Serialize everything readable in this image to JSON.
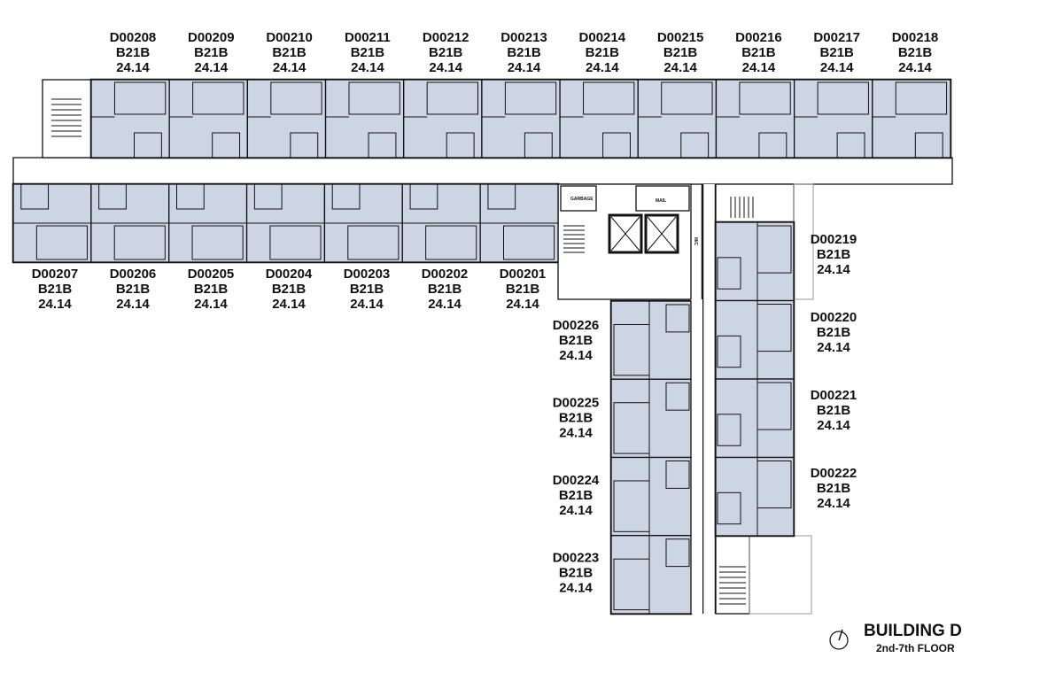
{
  "building": {
    "title": "BUILDING D",
    "subtitle": "2nd-7th FLOOR"
  },
  "service_labels": {
    "garbage": "GARBAGE",
    "mail": "MAIL",
    "mc": "M/C"
  },
  "units_top": [
    {
      "id": "D00208",
      "type": "B21B",
      "area": "24.14"
    },
    {
      "id": "D00209",
      "type": "B21B",
      "area": "24.14"
    },
    {
      "id": "D00210",
      "type": "B21B",
      "area": "24.14"
    },
    {
      "id": "D00211",
      "type": "B21B",
      "area": "24.14"
    },
    {
      "id": "D00212",
      "type": "B21B",
      "area": "24.14"
    },
    {
      "id": "D00213",
      "type": "B21B",
      "area": "24.14"
    },
    {
      "id": "D00214",
      "type": "B21B",
      "area": "24.14"
    },
    {
      "id": "D00215",
      "type": "B21B",
      "area": "24.14"
    },
    {
      "id": "D00216",
      "type": "B21B",
      "area": "24.14"
    },
    {
      "id": "D00217",
      "type": "B21B",
      "area": "24.14"
    },
    {
      "id": "D00218",
      "type": "B21B",
      "area": "24.14"
    }
  ],
  "units_bottom": [
    {
      "id": "D00207",
      "type": "B21B",
      "area": "24.14"
    },
    {
      "id": "D00206",
      "type": "B21B",
      "area": "24.14"
    },
    {
      "id": "D00205",
      "type": "B21B",
      "area": "24.14"
    },
    {
      "id": "D00204",
      "type": "B21B",
      "area": "24.14"
    },
    {
      "id": "D00203",
      "type": "B21B",
      "area": "24.14"
    },
    {
      "id": "D00202",
      "type": "B21B",
      "area": "24.14"
    },
    {
      "id": "D00201",
      "type": "B21B",
      "area": "24.14"
    }
  ],
  "units_wing_left": [
    {
      "id": "D00226",
      "type": "B21B",
      "area": "24.14"
    },
    {
      "id": "D00225",
      "type": "B21B",
      "area": "24.14"
    },
    {
      "id": "D00224",
      "type": "B21B",
      "area": "24.14"
    },
    {
      "id": "D00223",
      "type": "B21B",
      "area": "24.14"
    }
  ],
  "units_wing_right": [
    {
      "id": "D00219",
      "type": "B21B",
      "area": "24.14"
    },
    {
      "id": "D00220",
      "type": "B21B",
      "area": "24.14"
    },
    {
      "id": "D00221",
      "type": "B21B",
      "area": "24.14"
    },
    {
      "id": "D00222",
      "type": "B21B",
      "area": "24.14"
    }
  ]
}
